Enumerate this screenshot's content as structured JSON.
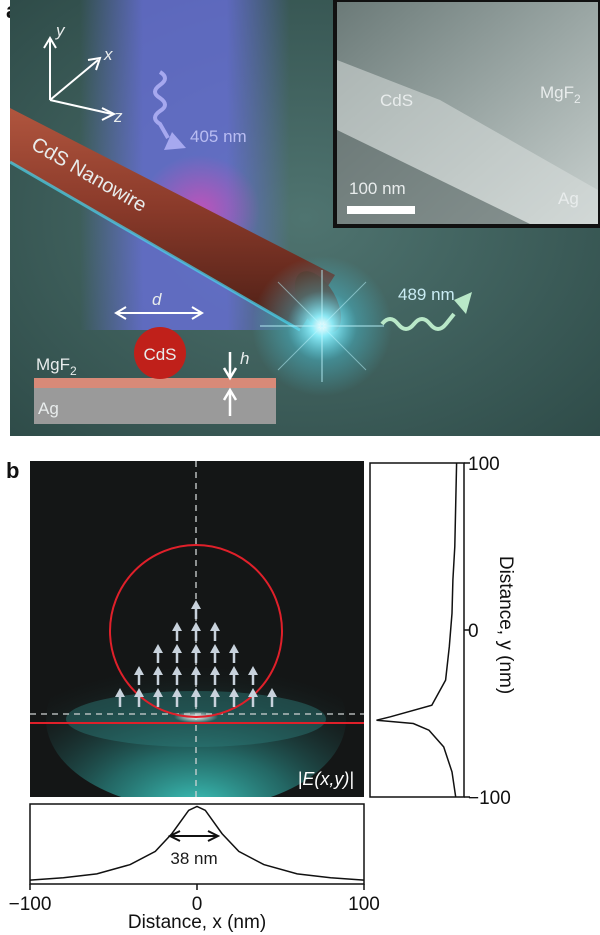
{
  "panel_a": {
    "letter": "a",
    "axes": {
      "y": "y",
      "x": "x",
      "z": "z"
    },
    "excitation_wavelength": "405 nm",
    "emission_wavelength": "489 nm",
    "nanowire_label": "CdS Nanowire",
    "cross_section": {
      "width_label": "d",
      "gap_label": "h",
      "wire_label": "CdS",
      "spacer_label_base": "MgF",
      "spacer_label_sub": "2",
      "metal_label": "Ag"
    },
    "inset": {
      "cds_label": "CdS",
      "mgf_label_base": "MgF",
      "mgf_label_sub": "2",
      "ag_label": "Ag",
      "scale_bar_label": "100 nm"
    },
    "colors": {
      "background": "#3c5e5a",
      "excitation": "#6a6fe0",
      "nanowire": "#8a3a2a",
      "emission": "#49d6f0",
      "silver": "#9a9a9a",
      "spacer": "#d88a78",
      "cds_disk": "#c0201a"
    }
  },
  "panel_b": {
    "letter": "b",
    "field_label": "|E(x,y)|",
    "fwhm_label": "38 nm",
    "colors": {
      "circle": "#e0202a",
      "field": "#3fd2c8",
      "map_background": "#141616",
      "arrows": "#c8d2dc"
    },
    "chart_data": [
      {
        "type": "line",
        "name": "field-profile-vs-y",
        "ylabel": "Distance, y (nm)",
        "ylim": [
          -100,
          100
        ],
        "y_ticks": [
          "100",
          "0",
          "−100"
        ],
        "y": [
          100,
          75,
          50,
          30,
          10,
          -10,
          -30,
          -45,
          -52,
          -54,
          -56,
          -60,
          -70,
          -85,
          -100
        ],
        "values": [
          0.08,
          0.09,
          0.1,
          0.12,
          0.13,
          0.16,
          0.2,
          0.35,
          0.8,
          0.95,
          0.55,
          0.38,
          0.22,
          0.13,
          0.09
        ]
      },
      {
        "type": "line",
        "name": "field-profile-vs-x",
        "xlabel": "Distance, x (nm)",
        "xlim": [
          -100,
          100
        ],
        "x_ticks": [
          "−100",
          "0",
          "100"
        ],
        "x": [
          -100,
          -80,
          -60,
          -40,
          -25,
          -15,
          -5,
          0,
          5,
          15,
          25,
          40,
          60,
          80,
          100
        ],
        "values": [
          0.05,
          0.08,
          0.13,
          0.25,
          0.42,
          0.65,
          0.95,
          1.0,
          0.95,
          0.65,
          0.42,
          0.25,
          0.13,
          0.08,
          0.05
        ]
      }
    ]
  }
}
